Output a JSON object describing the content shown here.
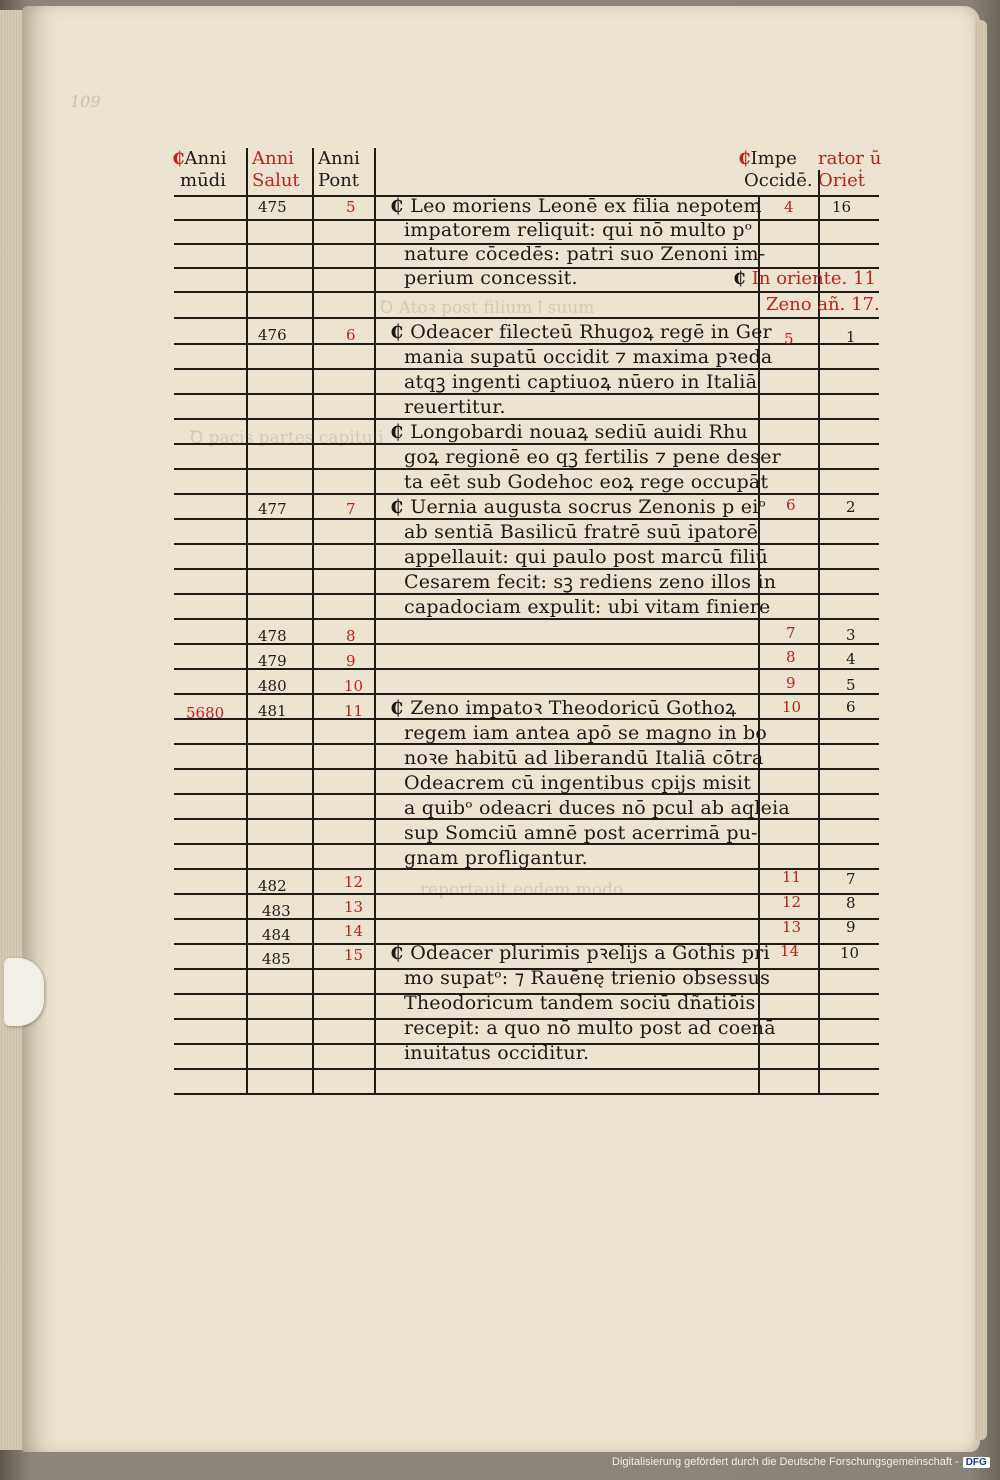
{
  "folio": "109",
  "header": {
    "anni_mundi": [
      "Anni",
      "mūdi"
    ],
    "anni_salutis": [
      "Anni",
      "Salut"
    ],
    "anni_pontificum": [
      "Anni",
      "Pont"
    ],
    "imperatorum_occidentis": [
      "Impe",
      "Occidē."
    ],
    "imperatorum_orientis": [
      "rator ū",
      "Orieṫ"
    ]
  },
  "rows": [
    {
      "salut": "475",
      "pont": "5",
      "occ": "4",
      "ori": "16",
      "text": [
        "Leo moriens Leonē ex filia nepotem",
        "impatorem reliquit: qui nō multo pᵒ",
        "nature cōcedēs: patri suo Zenoni im‑",
        "perium concessit."
      ]
    },
    {
      "note1": "In oriente. 11",
      "note2": "Zeno añ. 17."
    },
    {
      "salut": "476",
      "pont": "6",
      "occ": "5",
      "ori": "1",
      "text": [
        "Odeacer filecteū Rhugoꝝ regē in Ger",
        "mania supatū occidit ⁊ maxima pꝛeda",
        "atqꝫ ingenti captiuoꝝ nūero in Italiā",
        "reuertitur."
      ]
    },
    {
      "text": [
        "Longobardi nouaꝝ sediū auidi Rhu",
        "goꝝ regionē eo qꝫ fertilis ⁊ pene deser",
        "ta eēt sub Godehoc eoꝝ rege occupāt"
      ]
    },
    {
      "salut": "477",
      "pont": "7",
      "occ": "6",
      "ori": "2",
      "text": [
        "Uernia augusta socrus Zenonis p eiᵒ",
        "ab sentiā Basilicū fratrē suū ipatorē",
        "appellauit: qui paulo post marcū filiū",
        "Cesarem fecit: sꝫ rediens zeno illos in",
        "capadociam expulit: ubi vitam finiere"
      ]
    },
    {
      "salut": "478",
      "pont": "8",
      "occ": "7",
      "ori": "3"
    },
    {
      "salut": "479",
      "pont": "9",
      "occ": "8",
      "ori": "4"
    },
    {
      "salut": "480",
      "pont": "10",
      "occ": "9",
      "ori": "5"
    },
    {
      "mundi": "5680",
      "salut": "481",
      "pont": "11",
      "occ": "10",
      "ori": "6",
      "text": [
        "Zeno impatoꝛ Theodoricū Gothoꝝ",
        "regem iam antea apō se magno in bo",
        "noꝛe habitū ad liberandū Italiā cōtra",
        "Odeacrem cū ingentibus cpijs misit",
        "a quibᵒ odeacri duces nō pcul ab aqleia",
        "sup Somciū amnē post acerrimā pu‑",
        "gnam profligantur."
      ]
    },
    {
      "salut": "482",
      "pont": "12",
      "occ": "11",
      "ori": "7"
    },
    {
      "salut": "483",
      "pont": "13",
      "occ": "12",
      "ori": "8"
    },
    {
      "salut": "484",
      "pont": "14",
      "occ": "13",
      "ori": "9"
    },
    {
      "salut": "485",
      "pont": "15",
      "occ": "14",
      "ori": "10",
      "text": [
        "Odeacer plurimis pꝛelijs a Gothis pri",
        "mo supatᵒ: ⁊ Rauēnę trienio obsessus",
        "Theodoricum tandem sociū dñatiōis",
        "recepit: a quo nō multo post ad coenā",
        "inuitatus occiditur."
      ]
    }
  ],
  "footer": {
    "credit": "Digitalisierung gefördert durch die Deutsche Forschungsgemeinschaft -",
    "logo": "DFG"
  }
}
